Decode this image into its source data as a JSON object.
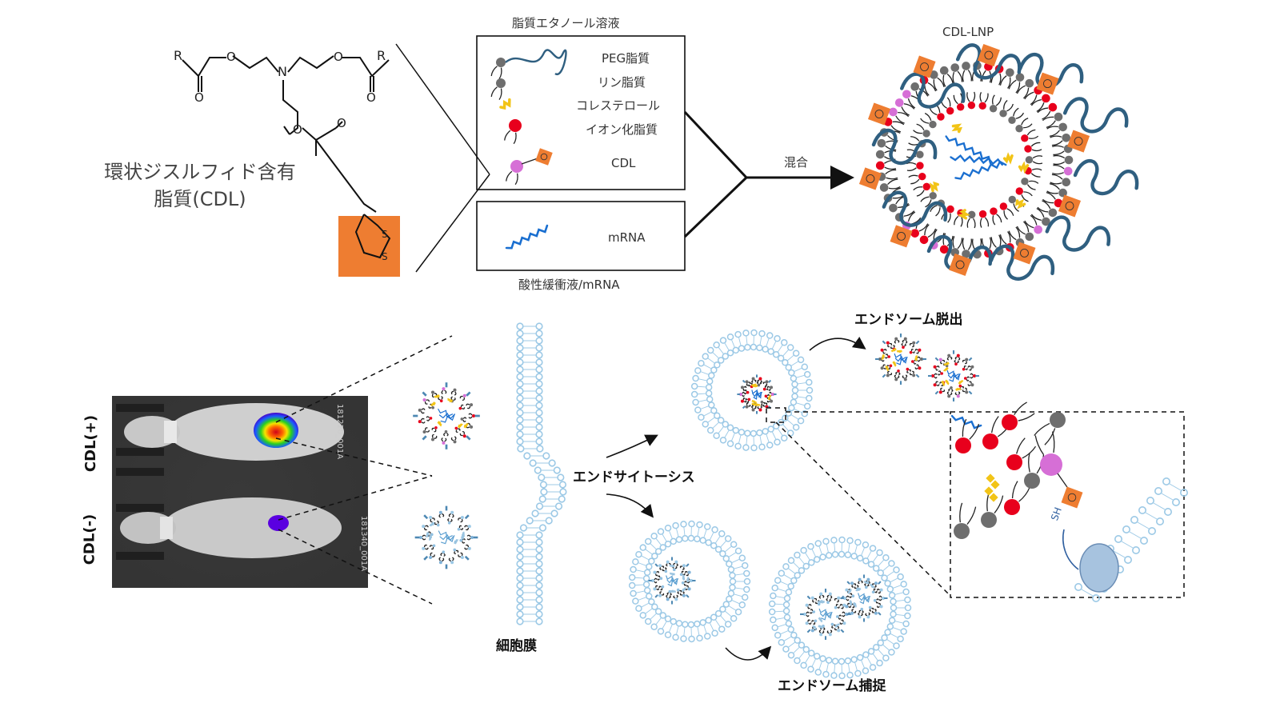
{
  "structure": {
    "r_left": "R",
    "r_right": "R",
    "n_atom": "N",
    "o_labels": [
      "O",
      "O",
      "O",
      "O",
      "O",
      "O"
    ],
    "s_labels": [
      "S",
      "S"
    ],
    "name_line1": "環状ジスルフィド含有",
    "name_line2": "脂質(CDL)"
  },
  "formulation": {
    "ethanol_title": "脂質エタノール溶液",
    "components": [
      "PEG脂質",
      "リン脂質",
      "コレステロール",
      "イオン化脂質",
      "CDL"
    ],
    "aqueous_title": "酸性緩衝液/mRNA",
    "aqueous_item": "mRNA",
    "mix_label": "混合",
    "product_title": "CDL-LNP"
  },
  "mice": {
    "label_plus": "CDL(+)",
    "label_minus": "CDL(-)",
    "tag_top": "181220_001A",
    "tag_bottom": "181340_001A"
  },
  "process": {
    "membrane_label": "細胞膜",
    "endocytosis": "エンドサイトーシス",
    "escape": "エンドソーム脱出",
    "capture": "エンドソーム捕捉",
    "thiol": "SH"
  },
  "colors": {
    "ionizable": "#e8001c",
    "phospholipid": "#6e6e6e",
    "cdl": "#d66fd6",
    "cholesterol": "#f2c417",
    "peg": "#2f5f80",
    "mrna": "#1a6fd0",
    "disulfide_box": "#ee7d31",
    "membrane": "#9cc9e6"
  }
}
